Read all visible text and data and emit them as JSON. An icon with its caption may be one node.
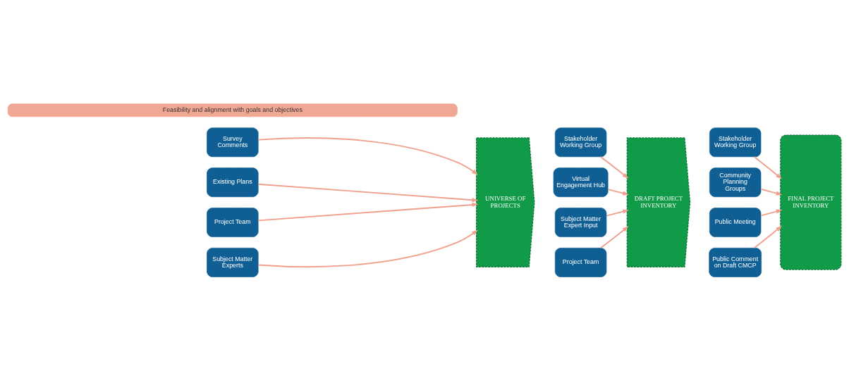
{
  "diagram": {
    "nodes": [
      {
        "text": [
          "Survey Comments"
        ]
      },
      {
        "text": [
          "Existing Plans"
        ]
      },
      {
        "text": [
          "Project Team"
        ]
      },
      {
        "text": [
          "Subject Matter Experts"
        ]
      },
      {
        "text": [
          "UNIVERSE OF PROJECTS"
        ]
      },
      {
        "text": [
          "Stakeholder Working Group"
        ]
      },
      {
        "text": [
          "Virtual Engagement Hub"
        ]
      },
      {
        "text": [
          "Subject Matter Expert Input"
        ]
      },
      {
        "text": [
          "Project Team"
        ]
      },
      {
        "text": [
          "DRAFT PROJECT INVENTORY"
        ]
      },
      {
        "text": [
          "Stakeholder Working Group"
        ]
      },
      {
        "text": [
          "Community Planning Groups"
        ]
      },
      {
        "text": [
          "Public Meeting"
        ]
      },
      {
        "text": [
          "Public Comment on Draft CMCP"
        ]
      },
      {
        "text": [
          "FINAL PROJECT INVENTORY"
        ]
      },
      {
        "text": [
          "Feasibility and alignment with goals and objectives"
        ]
      }
    ],
    "edges": [
      {
        "from": 0,
        "to": 4,
        "arrow": "to"
      },
      {
        "from": 1,
        "to": 4,
        "arrow": "to"
      },
      {
        "from": 2,
        "to": 4,
        "arrow": "to"
      },
      {
        "from": 3,
        "to": 4,
        "arrow": "to"
      },
      {
        "from": 5,
        "to": 9,
        "arrow": "to"
      },
      {
        "from": 6,
        "to": 9,
        "arrow": "to"
      },
      {
        "from": 7,
        "to": 9,
        "arrow": "to"
      },
      {
        "from": 8,
        "to": 9,
        "arrow": "to"
      },
      {
        "from": 10,
        "to": 14,
        "arrow": "to"
      },
      {
        "from": 11,
        "to": 14,
        "arrow": "to"
      },
      {
        "from": 12,
        "to": 14,
        "arrow": "to"
      },
      {
        "from": 13,
        "to": 14,
        "arrow": "to"
      }
    ]
  }
}
